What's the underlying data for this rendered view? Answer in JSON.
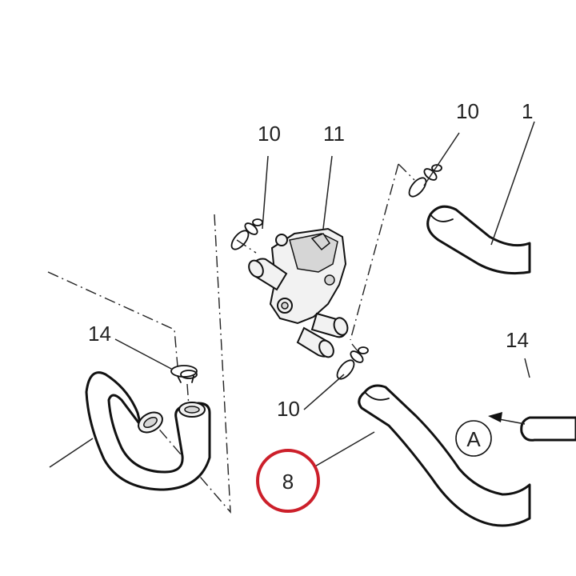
{
  "callouts": {
    "clip_top_left": "10",
    "valve": "11",
    "clip_top_right": "10",
    "hose_top_right_partial": "1",
    "clip_left": "14",
    "clip_bottom": "10",
    "clip_right_partial": "14",
    "hose_highlighted": "8",
    "view_ref": "A"
  },
  "colors": {
    "highlight_ring": "#cc1f2a",
    "line": "#111111"
  }
}
